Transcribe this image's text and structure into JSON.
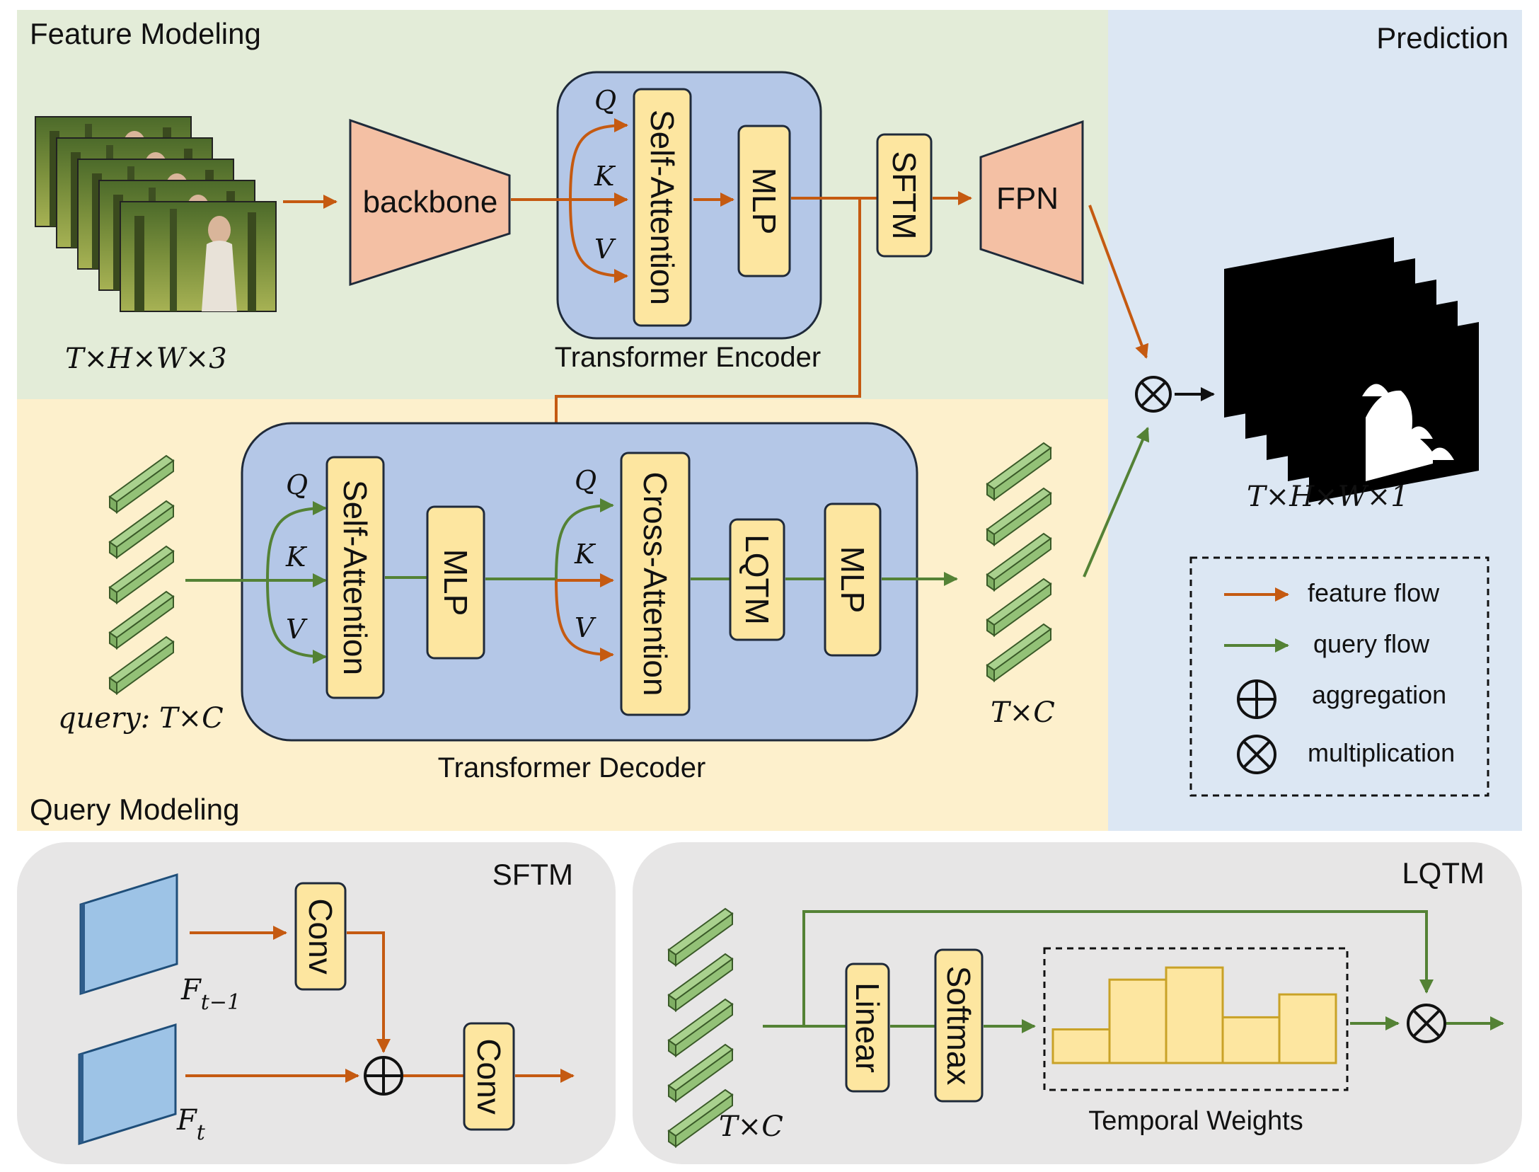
{
  "regions": {
    "feature_modeling": "Feature Modeling",
    "query_modeling": "Query Modeling",
    "prediction": "Prediction"
  },
  "colors": {
    "feature_bg": "#e3ecd8",
    "query_bg": "#fdf0cc",
    "prediction_bg": "#dce7f3",
    "transformer_box": "#b4c7e7",
    "block_yellow": "#fde6a0",
    "trapezoid": "#f4c0a4",
    "feature_flow": "#c55a11",
    "query_flow": "#548235",
    "query_token": "#a9d18e",
    "feature_map": "#9dc3e6",
    "module_bg": "#e7e6e6"
  },
  "feature": {
    "input_dims": "T×H×W×3",
    "backbone": "backbone",
    "encoder": {
      "title": "Transformer Encoder",
      "q": "Q",
      "k": "K",
      "v": "V",
      "self_attention": "Self-Attention",
      "mlp": "MLP"
    },
    "sftm": "SFTM",
    "fpn": "FPN"
  },
  "query": {
    "input_label": "query: T×C",
    "output_dims": "T×C",
    "decoder": {
      "title": "Transformer Decoder",
      "q1": "Q",
      "k1": "K",
      "v1": "V",
      "self_attention": "Self-Attention",
      "mlp1": "MLP",
      "q2": "Q",
      "k2": "K",
      "v2": "V",
      "cross_attention": "Cross-Attention",
      "lqtm": "LQTM",
      "mlp2": "MLP"
    }
  },
  "prediction": {
    "output_dims": "T×H×W×1",
    "legend": {
      "feature_flow": "feature flow",
      "query_flow": "query flow",
      "aggregation": "aggregation",
      "multiplication": "multiplication"
    }
  },
  "sftm_module": {
    "title": "SFTM",
    "f_prev": "F",
    "f_prev_sub": "t−1",
    "f_cur": "F",
    "f_cur_sub": "t",
    "conv1": "Conv",
    "conv2": "Conv"
  },
  "lqtm_module": {
    "title": "LQTM",
    "dims": "T×C",
    "linear": "Linear",
    "softmax": "Softmax",
    "temporal_weights_label": "Temporal Weights",
    "temporal_weights": [
      0.25,
      0.62,
      0.71,
      0.34,
      0.51
    ]
  }
}
